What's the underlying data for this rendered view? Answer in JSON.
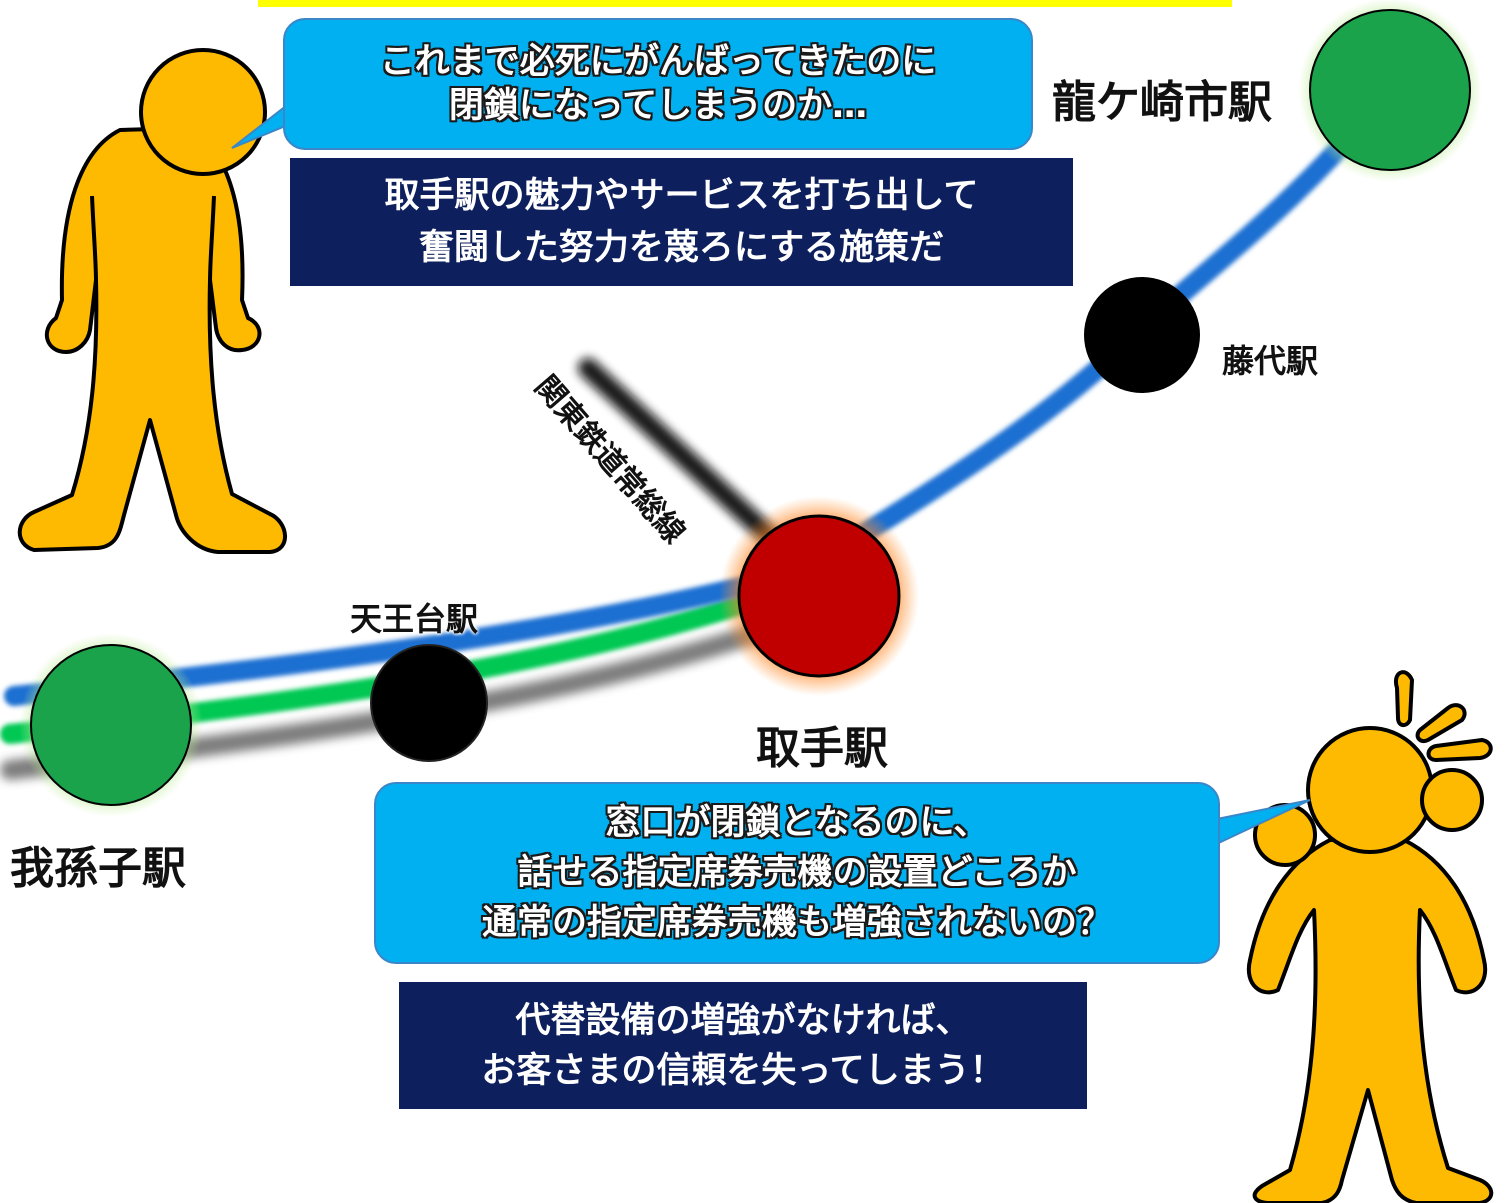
{
  "colors": {
    "figure": "#fdba00",
    "bubble": "#00b0f0",
    "navy_box": "#0d1f5c",
    "jr_line": "#1f6fd1",
    "chiyoda_line": "#00c853",
    "kanto_line": "#222222",
    "terminal_station": "#1aa34a",
    "main_station": "#c00000",
    "intermediate_station": "#000000",
    "top_bar": "#ffff00"
  },
  "figures": {
    "left_person": {
      "pose": "dejected",
      "icon": "person-dejected-icon"
    },
    "right_person": {
      "pose": "surprised",
      "icon": "person-surprised-icon"
    }
  },
  "bubbles": {
    "top_left": {
      "line1": "これまで必死にがんばってきたのに",
      "line2": "閉鎖になってしまうのか…"
    },
    "bottom_right": {
      "line1": "窓口が閉鎖となるのに、",
      "line2": "話せる指定席券売機の設置どころか",
      "line3": "通常の指定席券売機も増強されないの？"
    }
  },
  "notes": {
    "top": {
      "line1": "取手駅の魅力やサービスを打ち出して",
      "line2": "奮闘した努力を蔑ろにする施策だ"
    },
    "bottom": {
      "line1": "代替設備の増強がなければ、",
      "line2": "お客さまの信頼を失ってしまう！"
    }
  },
  "stations": {
    "ryugasaki": "龍ケ崎市駅",
    "fujishiro": "藤代駅",
    "toride": "取手駅",
    "tennodai": "天王台駅",
    "abiko": "我孫子駅"
  },
  "lines": {
    "kanto": "関東鉄道常総線"
  }
}
